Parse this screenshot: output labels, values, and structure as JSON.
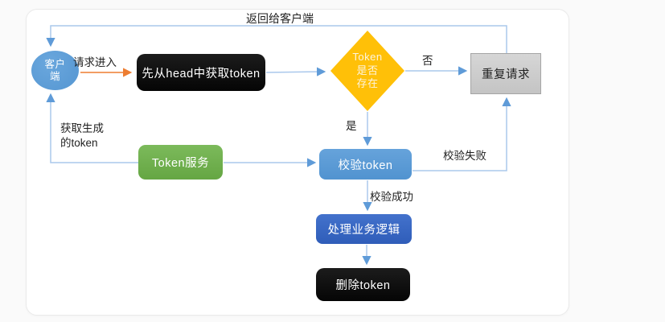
{
  "diagram": {
    "nodes": {
      "client": {
        "label": "客户\n端",
        "shape": "circle"
      },
      "get_token": {
        "label": "先从head中获取token",
        "shape": "rounded-rect"
      },
      "token_exists": {
        "label": "Token\n是否\n存在",
        "shape": "diamond"
      },
      "repeat_request": {
        "label": "重复请求",
        "shape": "rect"
      },
      "token_service": {
        "label": "Token服务",
        "shape": "rounded-rect"
      },
      "verify_token": {
        "label": "校验token",
        "shape": "rounded-rect"
      },
      "process_logic": {
        "label": "处理业务逻辑",
        "shape": "rounded-rect"
      },
      "delete_token": {
        "label": "删除token",
        "shape": "rounded-rect"
      }
    },
    "edge_labels": {
      "return_to_client": "返回给客户端",
      "request_in": "请求进入",
      "no": "否",
      "yes": "是",
      "fetch_generated_token": "获取生成\n的token",
      "verify_fail": "校验失败",
      "verify_success": "校验成功"
    },
    "colors": {
      "client_fill": "#5B9BD5",
      "decision_fill": "#FFC008",
      "terminal_fill": "#0B0B0B",
      "service_fill": "#70AD47",
      "verify_fill": "#5B9BD5",
      "process_fill": "#3566C5",
      "repeat_fill": "#CCCCCC",
      "connector": "#AAC8EC",
      "arrowhead": "#5F9BD8",
      "request_arrow": "#ED7D31"
    }
  }
}
